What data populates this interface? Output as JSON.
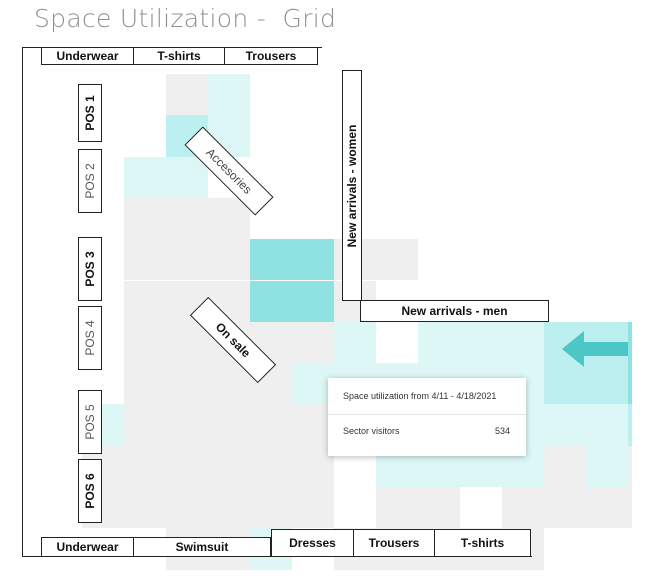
{
  "title": "Space Utilization -  Grid",
  "top_sections": [
    "Underwear",
    "T-shirts",
    "Trousers"
  ],
  "bottom_sections_left": [
    "Underwear",
    "Swimsuit"
  ],
  "bottom_sections_right": [
    "Dresses",
    "Trousers",
    "T-shirts"
  ],
  "pos": [
    {
      "label": "POS 1",
      "active": true
    },
    {
      "label": "POS 2",
      "active": false
    },
    {
      "label": "POS 3",
      "active": true
    },
    {
      "label": "POS 4",
      "active": false
    },
    {
      "label": "POS 5",
      "active": false
    },
    {
      "label": "POS 6",
      "active": true
    }
  ],
  "zones": {
    "accessories": "Accesories",
    "on_sale": "On sale",
    "new_women": "New arrivals - women",
    "new_men": "New arrivals - men"
  },
  "tooltip": {
    "title": "Space utilization from 4/11 - 4/18/2021",
    "metric_label": "Sector visitors",
    "metric_value": "534"
  },
  "colors": {
    "empty": "#efefef",
    "light": "#ddf7f7",
    "medium": "#bcefef",
    "strong": "#8fe2e2",
    "dark": "#56cfcf"
  },
  "heatmap_levels": [
    "...ab...........",
    "...cb...........",
    "..bb............",
    "..aaa...........",
    "..aaaddaa.......",
    "..aaadda........",
    "..aaaaab.bbbccdd",
    "..aaaabbbbbbccde",
    ".baaaaaacc.bbbcb",
    ".aaaaaa.bbbbabaa",
    ".aaaaaa.aa.aaaaa",
    "...aab.aaaaa....."
  ]
}
